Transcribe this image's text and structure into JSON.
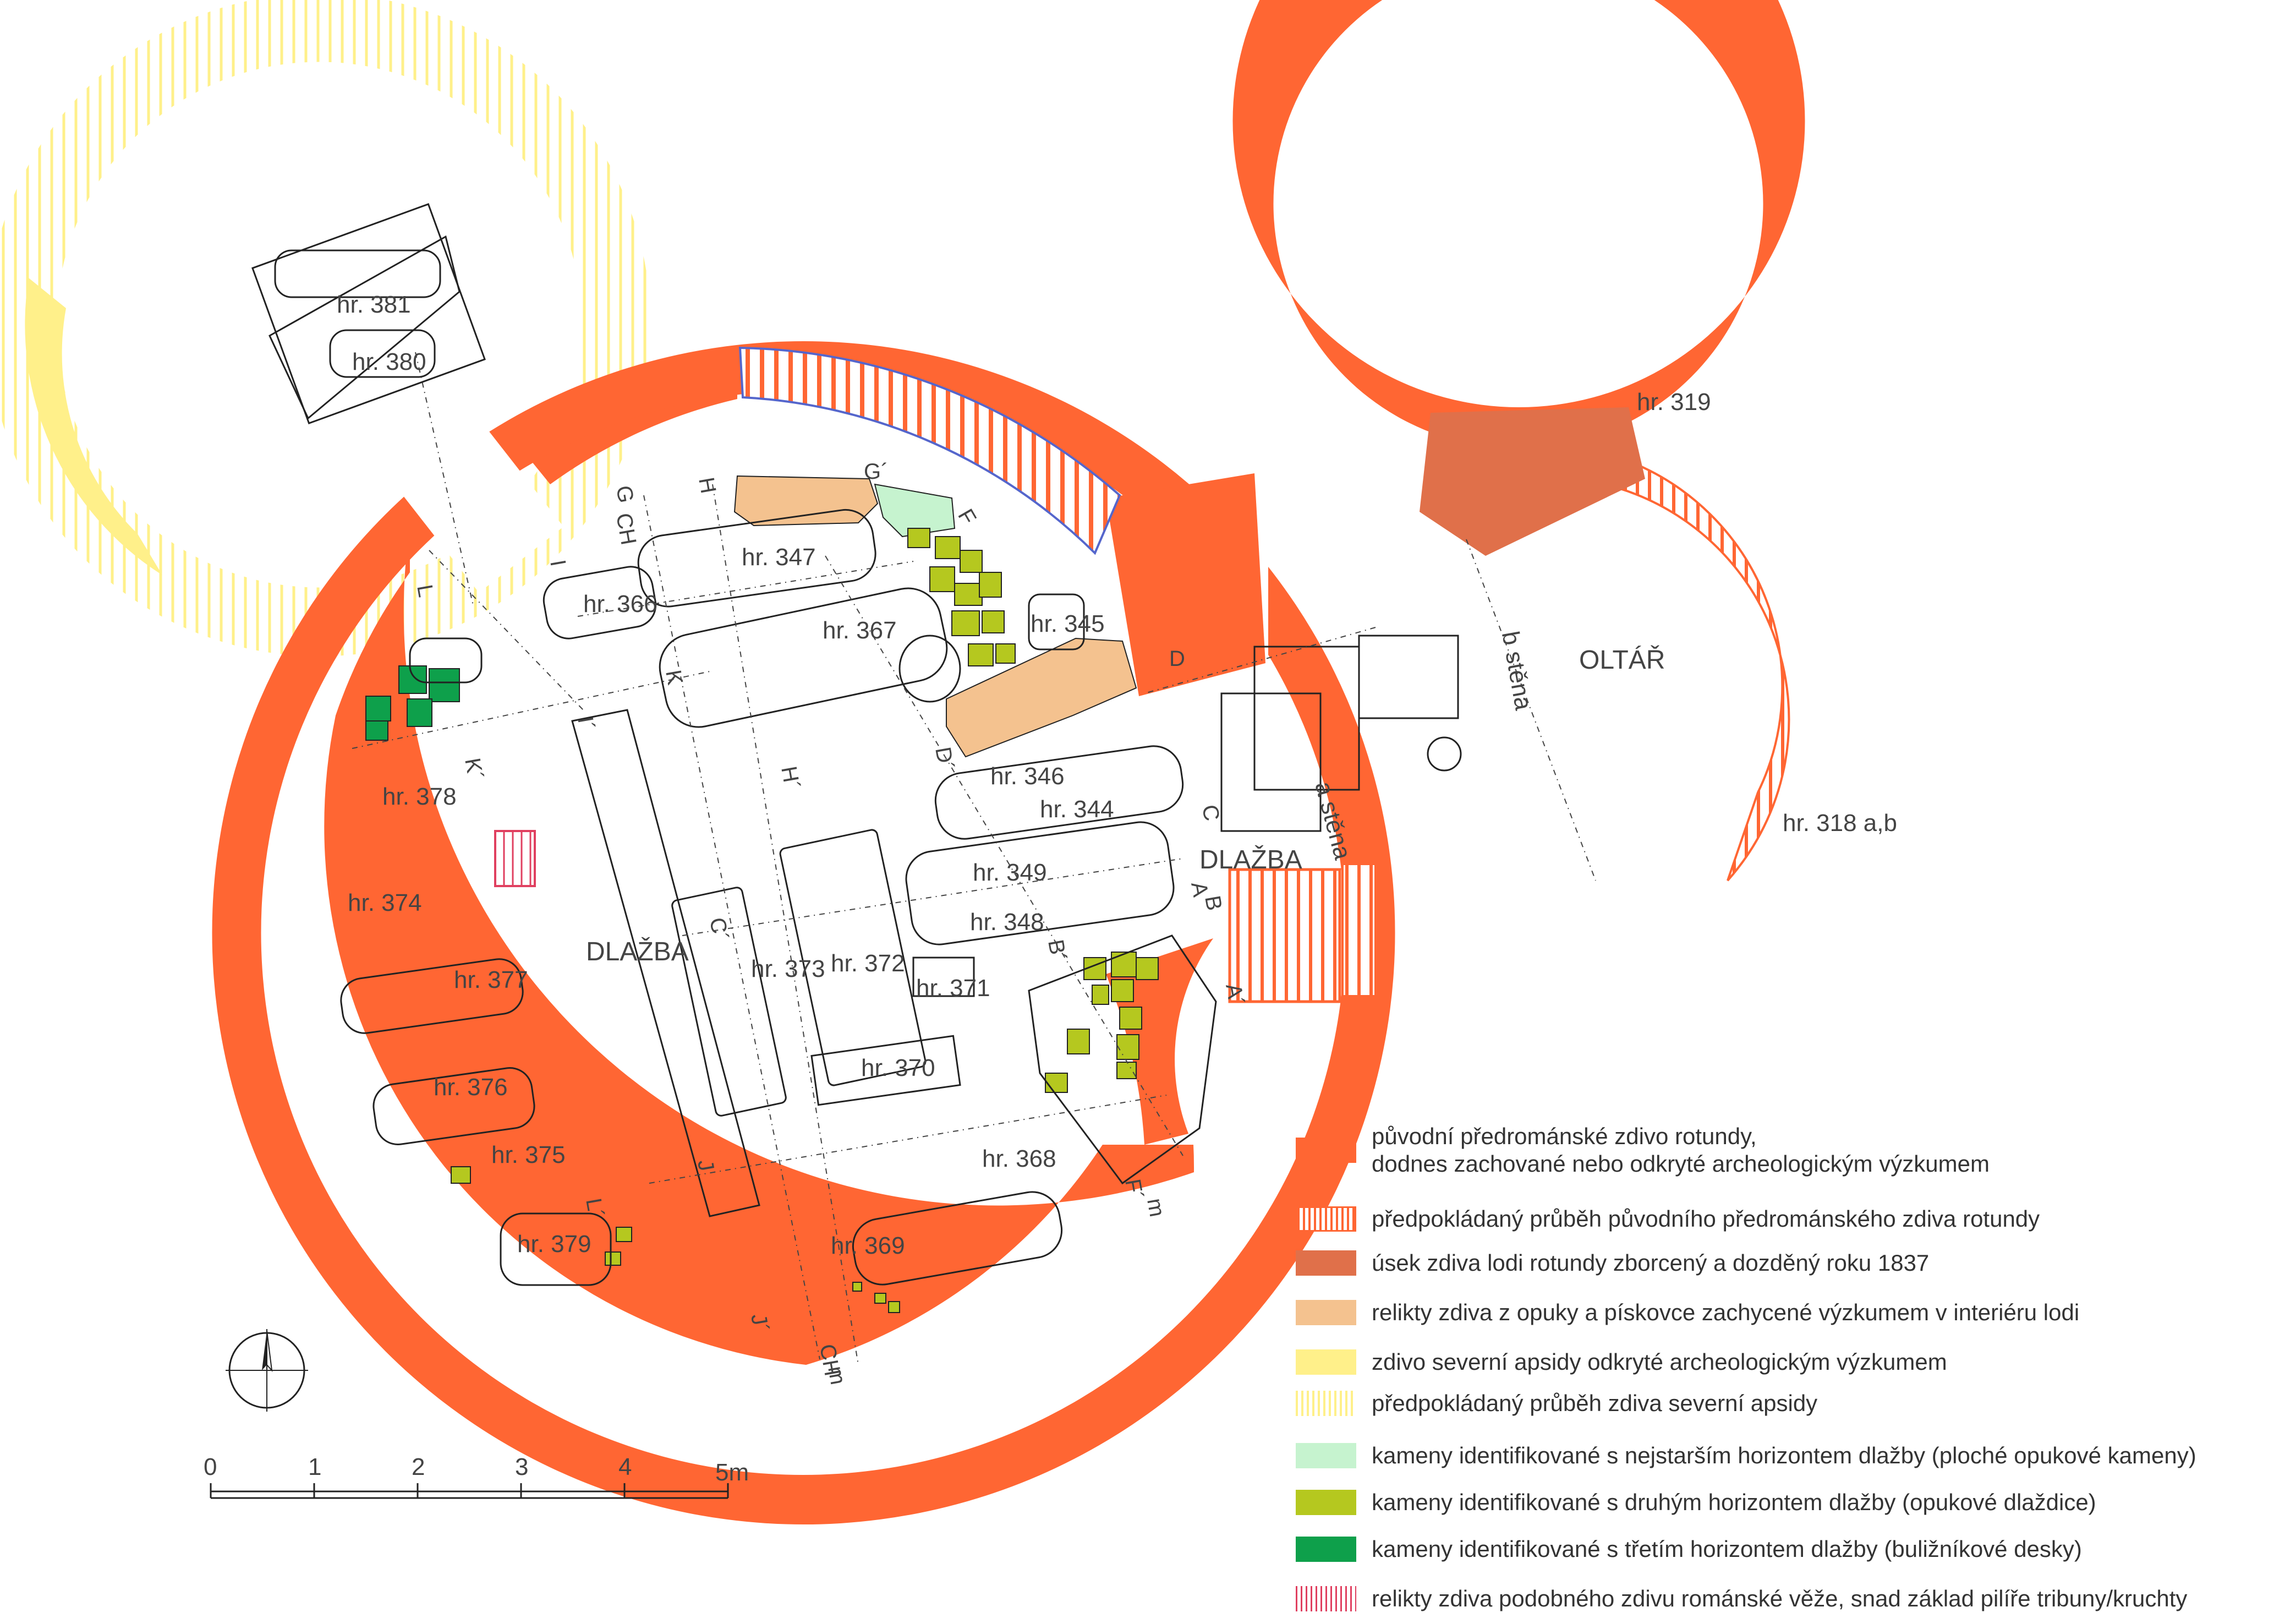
{
  "map": {
    "colors": {
      "original_wall": "#ff6633",
      "assumed_wall": "#ff6633",
      "rebuilt_wall": "#e0704a",
      "opuka_relics": "#f4c28f",
      "north_apse": "#fff08a",
      "north_apse_assumed": "#fff3a0",
      "stones_oldest": "#c6f3cf",
      "stones_second": "#b5c81f",
      "stones_third": "#0ea04b",
      "tower_relics": "#e04060",
      "blue_outline": "#5566cc"
    },
    "graves": [
      {
        "label": "hr. 381"
      },
      {
        "label": "hr. 380"
      },
      {
        "label": "hr. 347"
      },
      {
        "label": "hr. 366"
      },
      {
        "label": "hr. 367"
      },
      {
        "label": "hr. 345"
      },
      {
        "label": "hr. 378"
      },
      {
        "label": "hr. 374"
      },
      {
        "label": "hr. 377"
      },
      {
        "label": "hr. 376"
      },
      {
        "label": "hr. 375"
      },
      {
        "label": "hr. 379"
      },
      {
        "label": "hr. 346"
      },
      {
        "label": "hr. 344"
      },
      {
        "label": "hr. 349"
      },
      {
        "label": "hr. 348"
      },
      {
        "label": "hr. 373"
      },
      {
        "label": "hr. 372"
      },
      {
        "label": "hr. 371"
      },
      {
        "label": "hr. 370"
      },
      {
        "label": "hr. 368"
      },
      {
        "label": "hr. 369"
      },
      {
        "label": "hr. 319"
      },
      {
        "label": "hr. 318 a,b"
      }
    ],
    "areas": {
      "paving_left": "DLAŽBA",
      "paving_right": "DLAŽBA",
      "altar": "OLTÁŘ",
      "wall_b": "b stěna",
      "wall_a": "a stěna"
    },
    "section_letters": [
      "G",
      "CH",
      "H",
      "G´",
      "F",
      "I",
      "K",
      "I´",
      "K´",
      "H´",
      "D´",
      "D",
      "C",
      "A",
      "B",
      "A´",
      "C´",
      "B´",
      "L",
      "L´",
      "J",
      "J´",
      "F´",
      "m",
      "CH´",
      "m"
    ]
  },
  "legend": [
    {
      "line1": "původní předrománské zdivo rotundy,",
      "line2": "dodnes zachované nebo odkryté archeologickým výzkumem"
    },
    {
      "line1": "předpokládaný průběh původního předrománského zdiva rotundy"
    },
    {
      "line1": "úsek zdiva lodi rotundy zborcený a dozděný roku 1837"
    },
    {
      "line1": "relikty zdiva z opuky a pískovce zachycené výzkumem v interiéru lodi"
    },
    {
      "line1": "zdivo severní apsidy odkryté archeologickým výzkumem"
    },
    {
      "line1": "předpokládaný průběh zdiva severní apsidy"
    },
    {
      "line1": "kameny identifikované s nejstarším horizontem dlažby (ploché opukové kameny)"
    },
    {
      "line1": "kameny identifikované s druhým horizontem dlažby (opukové dlaždice)"
    },
    {
      "line1": "kameny identifikované s třetím horizontem dlažby (buližníkové desky)"
    },
    {
      "line1": "relikty zdiva podobného  zdivu románské věže, snad základ pilíře tribuny/kruchty"
    }
  ],
  "scale": {
    "ticks": [
      "0",
      "1",
      "2",
      "3",
      "4",
      "5m"
    ]
  }
}
